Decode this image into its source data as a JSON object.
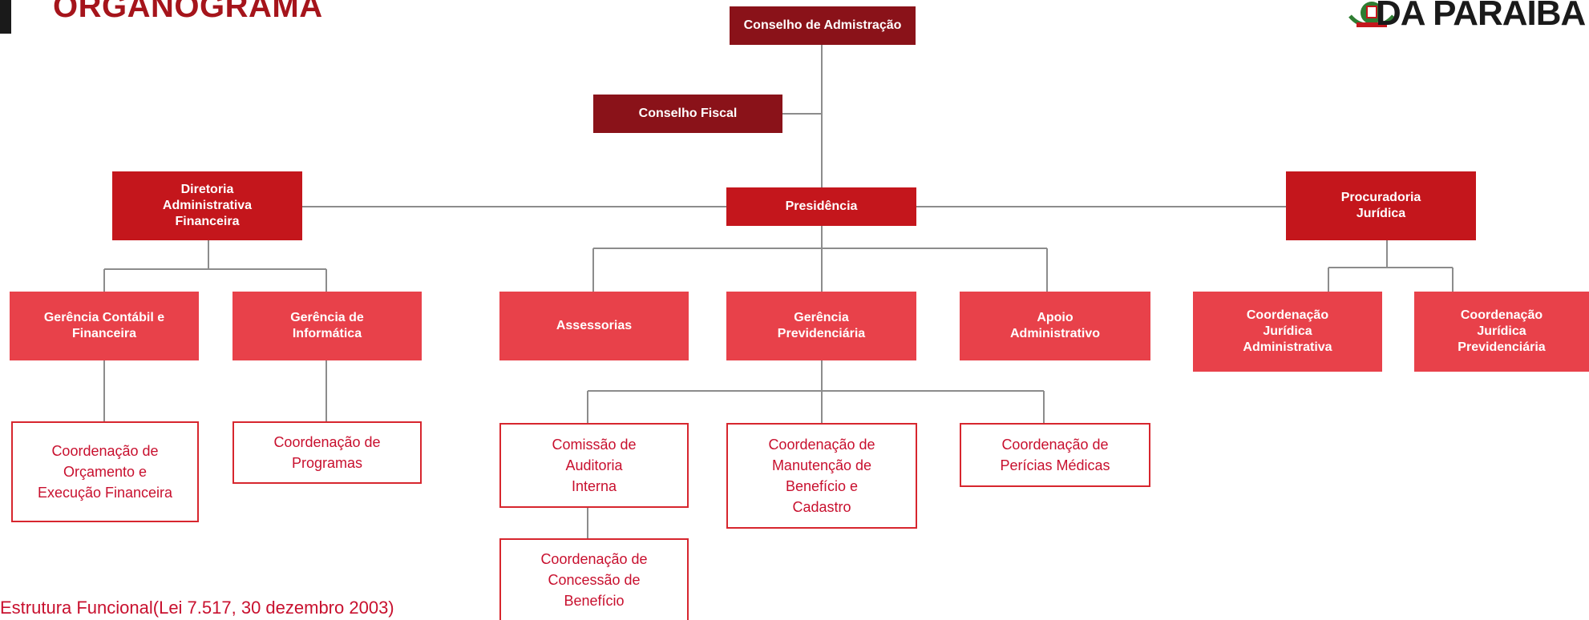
{
  "header": {
    "title": "ORGANOGRAMA",
    "logo_text": "DA PARAIBA",
    "brand_color": "#a5141b"
  },
  "colors": {
    "dark_box": "#8a1219",
    "mid_box": "#c4161c",
    "light_box": "#e8414a",
    "outline": "#d7262e",
    "connector": "#8c8c8c"
  },
  "nodes": {
    "conselho_adm": "Conselho de Admistração",
    "conselho_fiscal": "Conselho Fiscal",
    "presidencia": "Presidência",
    "diretoria": "Diretoria\nAdministrativa\nFinanceira",
    "procuradoria": "Procuradoria\nJurídica",
    "ger_contabil": "Gerência Contábil e\nFinanceira",
    "ger_informatica": "Gerência de\nInformática",
    "assessorias": "Assessorias",
    "ger_previdenciaria": "Gerência\nPrevidenciária",
    "apoio_adm": "Apoio\nAdministrativo",
    "coord_jur_adm": "Coordenação\nJurídica\nAdministrativa",
    "coord_jur_prev": "Coordenação\nJurídica\nPrevidenciária",
    "coord_orcamento": "Coordenação de\nOrçamento e\nExecução Financeira",
    "coord_programas": "Coordenação de\nProgramas",
    "comissao_auditoria": "Comissão de\nAuditoria\nInterna",
    "coord_manutencao": "Coordenação de\nManutenção de\nBenefício e\nCadastro",
    "coord_pericias": "Coordenação de\nPerícias Médicas",
    "coord_concessao": "Coordenação de\nConcessão de\nBenefício"
  },
  "footer": {
    "note": "Estrutura Funcional(Lei 7.517, 30 dezembro 2003)"
  }
}
